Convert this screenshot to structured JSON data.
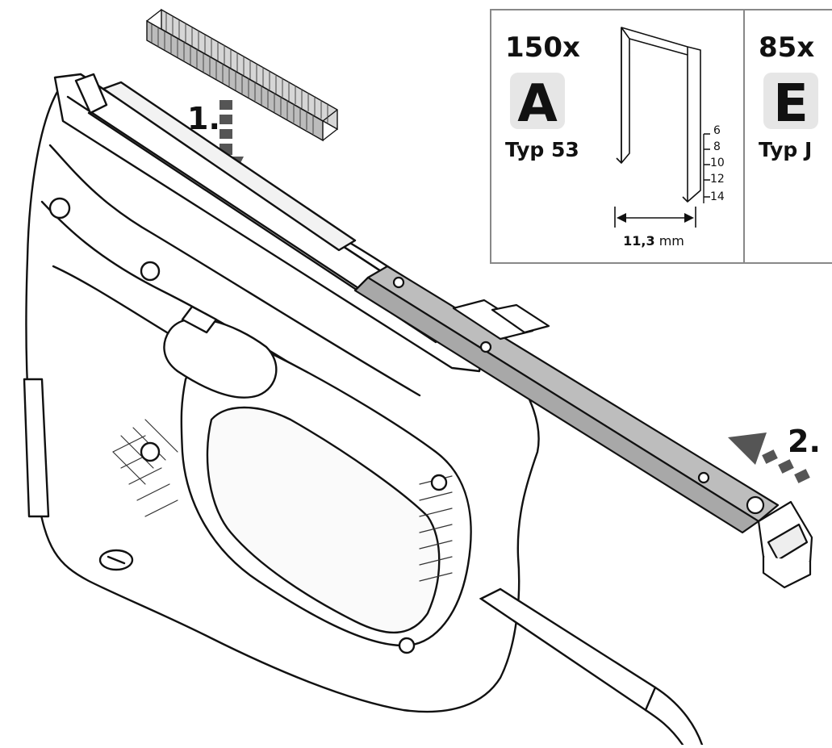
{
  "steps": {
    "step1": "1.",
    "step2": "2."
  },
  "staple_panel": {
    "a": {
      "quantity": "150x",
      "letter": "A",
      "type": "Typ 53"
    },
    "e": {
      "quantity": "85x",
      "letter": "E",
      "type": "Typ J"
    },
    "lengths": [
      "6",
      "8",
      "10",
      "12",
      "14"
    ],
    "width_value": "11,3",
    "width_unit": "mm"
  },
  "colors": {
    "line": "#111111",
    "arrow": "#555555",
    "panel_border": "#888888",
    "badge_bg": "#e6e6e6",
    "rail": "#bdbdbd"
  }
}
